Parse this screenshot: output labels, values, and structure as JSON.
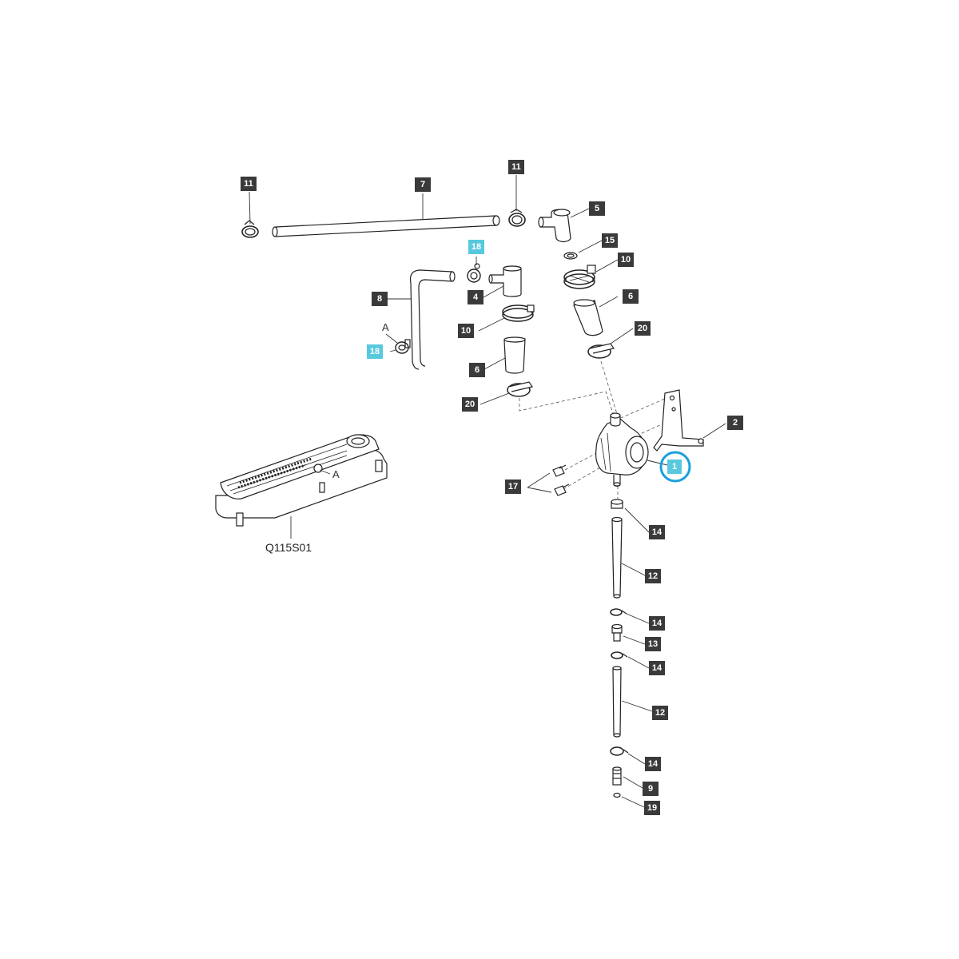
{
  "diagram": {
    "code": "Q115S01",
    "view_letter": "A",
    "highlight_color": "#58c8dc",
    "callout_color": "#3a3a3a",
    "callouts": [
      {
        "id": "c11a",
        "label": "11"
      },
      {
        "id": "c7",
        "label": "7"
      },
      {
        "id": "c11b",
        "label": "11"
      },
      {
        "id": "c5",
        "label": "5"
      },
      {
        "id": "c15",
        "label": "15"
      },
      {
        "id": "c10a",
        "label": "10"
      },
      {
        "id": "c18a",
        "label": "18",
        "highlighted": true
      },
      {
        "id": "c8",
        "label": "8"
      },
      {
        "id": "c4",
        "label": "4"
      },
      {
        "id": "c6a",
        "label": "6"
      },
      {
        "id": "c10b",
        "label": "10"
      },
      {
        "id": "c18b",
        "label": "18",
        "highlighted": true
      },
      {
        "id": "c20a",
        "label": "20"
      },
      {
        "id": "c6b",
        "label": "6"
      },
      {
        "id": "c20b",
        "label": "20"
      },
      {
        "id": "c2",
        "label": "2"
      },
      {
        "id": "c1",
        "label": "1",
        "highlighted": true
      },
      {
        "id": "c17",
        "label": "17"
      },
      {
        "id": "c14a",
        "label": "14"
      },
      {
        "id": "c12a",
        "label": "12"
      },
      {
        "id": "c14b",
        "label": "14"
      },
      {
        "id": "c13",
        "label": "13"
      },
      {
        "id": "c14c",
        "label": "14"
      },
      {
        "id": "c12b",
        "label": "12"
      },
      {
        "id": "c14d",
        "label": "14"
      },
      {
        "id": "c9",
        "label": "9"
      },
      {
        "id": "c19",
        "label": "19"
      }
    ]
  }
}
